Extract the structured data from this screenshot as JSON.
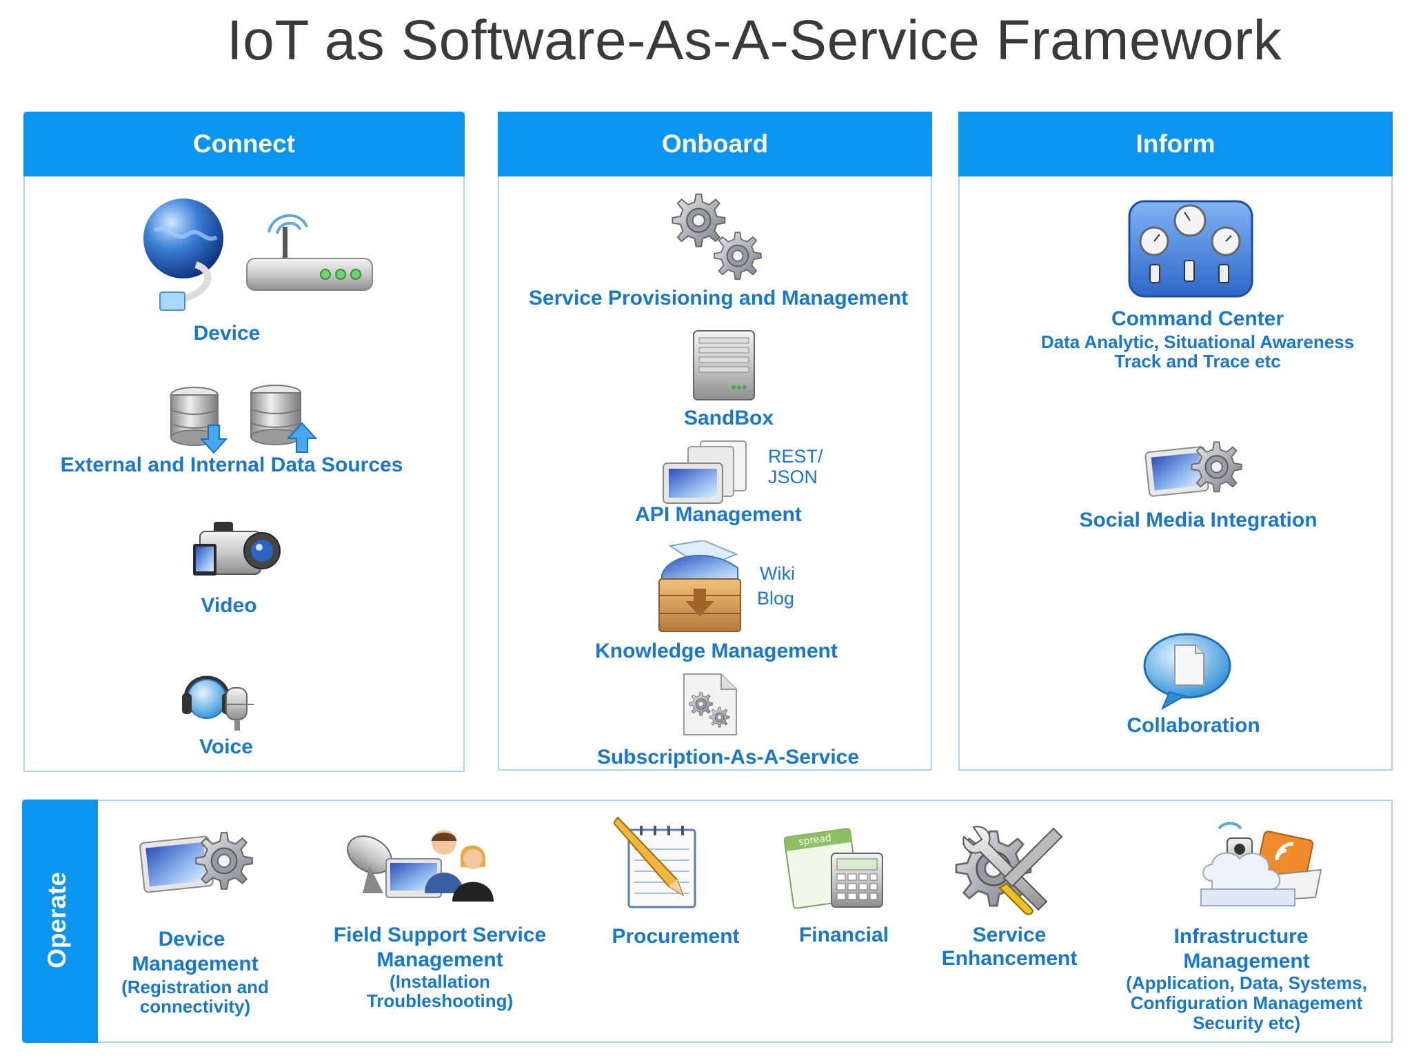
{
  "title": "IoT as Software-As-A-Service Framework",
  "connect": {
    "header": "Connect",
    "device": "Device",
    "data_sources": "External and Internal Data Sources",
    "video": "Video",
    "voice": "Voice"
  },
  "onboard": {
    "header": "Onboard",
    "provisioning": "Service Provisioning and Management",
    "sandbox": "SandBox",
    "rest": "REST/",
    "json": "JSON",
    "api": "API Management",
    "wiki": "Wiki",
    "blog": "Blog",
    "knowledge": "Knowledge Management",
    "subscription": "Subscription-As-A-Service"
  },
  "inform": {
    "header": "Inform",
    "command_center": "Command Center",
    "command_sub1": "Data Analytic, Situational  Awareness",
    "command_sub2": "Track and Trace etc",
    "social": "Social Media Integration",
    "collaboration": "Collaboration"
  },
  "operate": {
    "header": "Operate",
    "device_mgmt_1": "Device",
    "device_mgmt_2": "Management",
    "device_mgmt_sub1": "(Registration and",
    "device_mgmt_sub2": "connectivity)",
    "field_1": "Field Support Service",
    "field_2": "Management",
    "field_sub1": "(Installation",
    "field_sub2": "Troubleshooting)",
    "procurement": "Procurement",
    "financial": "Financial",
    "service_1": "Service",
    "service_2": "Enhancement",
    "infra_1": "Infrastructure",
    "infra_2": "Management",
    "infra_sub1": "(Application, Data, Systems,",
    "infra_sub2": "Configuration Management",
    "infra_sub3": "Security etc)",
    "spreadsheet_text": "spread"
  },
  "colors": {
    "header_blue": "#0a95f0",
    "label_blue": "#1678d0",
    "border_blue": "#a9d6f5",
    "title_gray": "#3a3a3a"
  }
}
